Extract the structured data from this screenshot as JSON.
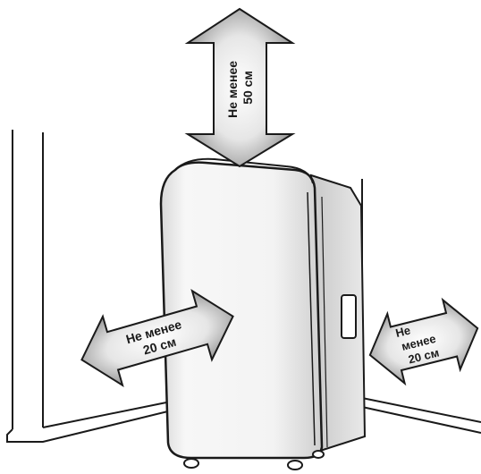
{
  "clearances": {
    "top": {
      "line1": "Не менее",
      "line2": "50 см"
    },
    "left": {
      "line1": "Не менее",
      "line2": "20 см"
    },
    "right": {
      "line1": "Не",
      "line2": "менее",
      "line3": "20 см"
    }
  },
  "colors": {
    "arrow_fill": "#b4b4b4",
    "arrow_outline": "#1a1a1a",
    "device_body": "#f2f2f2",
    "outline": "#1a1a1a"
  }
}
